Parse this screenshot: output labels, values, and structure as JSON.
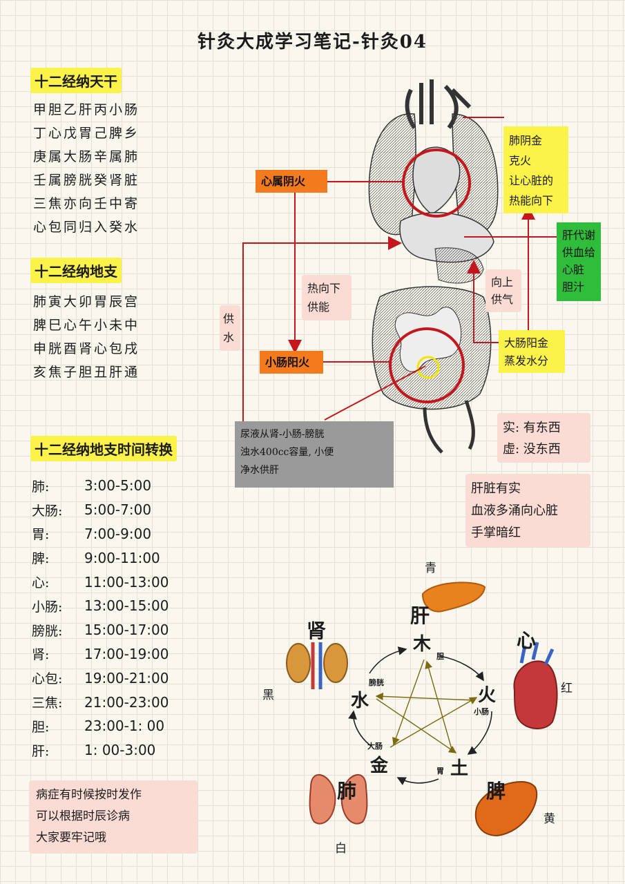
{
  "title": "针灸大成学习笔记-针灸04",
  "section1": {
    "heading": "十二经纳天干",
    "lines": [
      "甲胆乙肝丙小肠",
      "丁心戊胃己脾乡",
      "庚属大肠辛属肺",
      "壬属膀胱癸肾脏",
      "三焦亦向壬中寄",
      "心包同归入癸水"
    ]
  },
  "section2": {
    "heading": "十二经纳地支",
    "lines": [
      "肺寅大卯胃辰宫",
      "脾巳心午小未中",
      "申胱酉肾心包戌",
      "亥焦子胆丑肝通"
    ]
  },
  "section3": {
    "heading": "十二经纳地支时间转换",
    "rows": [
      {
        "name": "肺:",
        "time": "3:00-5:00"
      },
      {
        "name": "大肠:",
        "time": "5:00-7:00"
      },
      {
        "name": "胃:",
        "time": "7:00-9:00"
      },
      {
        "name": "脾:",
        "time": "9:00-11:00"
      },
      {
        "name": "心:",
        "time": "11:00-13:00"
      },
      {
        "name": "小肠:",
        "time": "13:00-15:00"
      },
      {
        "name": "膀胱:",
        "time": "15:00-17:00"
      },
      {
        "name": "肾:",
        "time": "17:00-19:00"
      },
      {
        "name": "心包:",
        "time": "19:00-21:00"
      },
      {
        "name": "三焦:",
        "time": "21:00-23:00"
      },
      {
        "name": "胆:",
        "time": "23:00-1: 00"
      },
      {
        "name": "肝:",
        "time": "1: 00-3:00"
      }
    ]
  },
  "bottom_note": [
    "病症有时候按时发作",
    "可以根据时辰诊病",
    "大家要牢记哦"
  ],
  "diagram": {
    "heart_fire": "心属阴火",
    "lung_metal": [
      "肺阴金",
      "克火",
      "让心脏的",
      "热能向下"
    ],
    "liver": [
      "肝代谢",
      "供血给",
      "心脏",
      "胆汁"
    ],
    "heat_down": [
      "热向下",
      "供能"
    ],
    "qi_up": [
      "向上",
      "供气"
    ],
    "supply_water": [
      "供",
      "水"
    ],
    "si_fire": "小肠阳火",
    "li_metal": [
      "大肠阳金",
      "蒸发水分"
    ],
    "urine": [
      "尿液从肾-小肠-膀胱",
      "浊水400cc容量, 小便",
      "净水供肝"
    ],
    "shixu": [
      "实: 有东西",
      "虚: 没东西"
    ],
    "liver_full": [
      "肝脏有实",
      "血液多涌向心脏",
      "手掌暗红"
    ]
  },
  "wuxing": {
    "colors": {
      "top": "青",
      "right": "红",
      "bottom": "白",
      "left": "黑",
      "bottom_right": "黄"
    },
    "organs": {
      "liver": "肝",
      "heart": "心",
      "spleen": "脾",
      "lung": "肺",
      "kidney": "肾"
    },
    "elements": {
      "wood": "木",
      "fire": "火",
      "earth": "土",
      "metal": "金",
      "water": "水"
    },
    "paired": {
      "gb": "胆",
      "si": "小肠",
      "st": "胃",
      "li": "大肠",
      "bl": "膀胱"
    }
  }
}
